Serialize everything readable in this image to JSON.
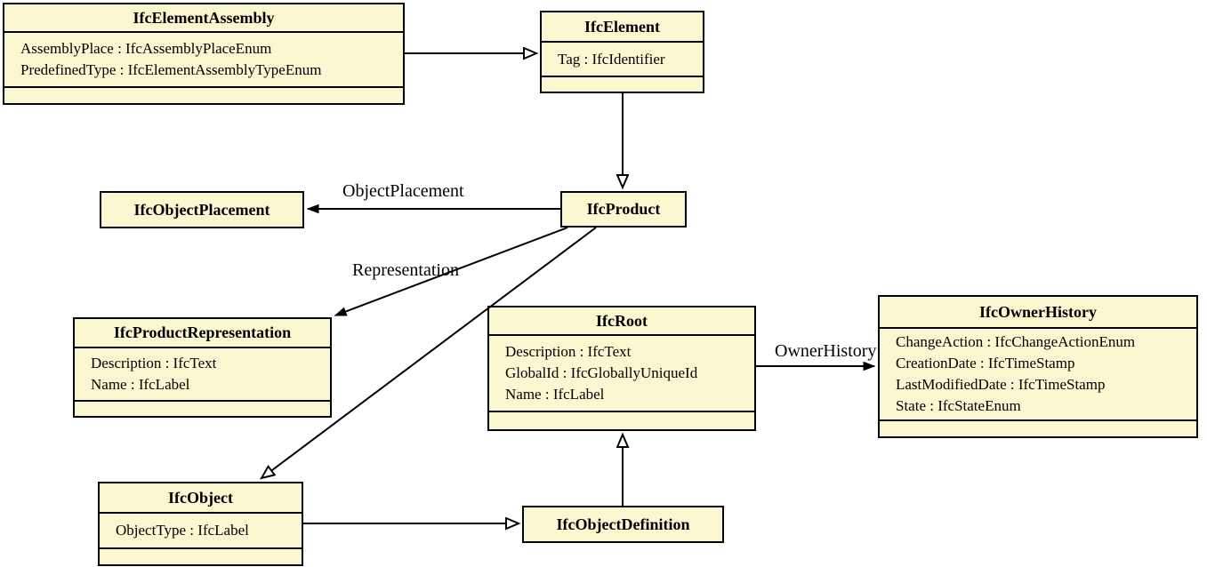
{
  "diagram": {
    "type": "uml-class-diagram",
    "subject": "IFC product entity inheritance and associations",
    "colors": {
      "box_fill": "#FBF7D0",
      "box_border": "#000000",
      "line": "#000000",
      "background": "#FFFFFF",
      "text": "#000000"
    }
  },
  "classes": [
    {
      "name": "IfcElementAssembly",
      "attributes": [
        "AssemblyPlace : IfcAssemblyPlaceEnum",
        "PredefinedType : IfcElementAssemblyTypeEnum"
      ]
    },
    {
      "name": "IfcElement",
      "attributes": [
        "Tag : IfcIdentifier"
      ]
    },
    {
      "name": "IfcObjectPlacement",
      "attributes": []
    },
    {
      "name": "IfcProduct",
      "attributes": []
    },
    {
      "name": "IfcProductRepresentation",
      "attributes": [
        "Description : IfcText",
        "Name : IfcLabel"
      ]
    },
    {
      "name": "IfcRoot",
      "attributes": [
        "Description : IfcText",
        "GlobalId : IfcGloballyUniqueId",
        "Name : IfcLabel"
      ]
    },
    {
      "name": "IfcOwnerHistory",
      "attributes": [
        "ChangeAction : IfcChangeActionEnum",
        "CreationDate : IfcTimeStamp",
        "LastModifiedDate : IfcTimeStamp",
        "State : IfcStateEnum"
      ]
    },
    {
      "name": "IfcObject",
      "attributes": [
        "ObjectType : IfcLabel"
      ]
    },
    {
      "name": "IfcObjectDefinition",
      "attributes": []
    }
  ],
  "relationships": [
    {
      "from": "IfcElementAssembly",
      "to": "IfcElement",
      "kind": "generalization"
    },
    {
      "from": "IfcElement",
      "to": "IfcProduct",
      "kind": "generalization"
    },
    {
      "from": "IfcProduct",
      "to": "IfcObjectPlacement",
      "kind": "association",
      "label": "ObjectPlacement"
    },
    {
      "from": "IfcProduct",
      "to": "IfcProductRepresentation",
      "kind": "association",
      "label": "Representation"
    },
    {
      "from": "IfcProduct",
      "to": "IfcObject",
      "kind": "generalization"
    },
    {
      "from": "IfcRoot",
      "to": "IfcOwnerHistory",
      "kind": "association",
      "label": "OwnerHistory"
    },
    {
      "from": "IfcObject",
      "to": "IfcObjectDefinition",
      "kind": "generalization"
    },
    {
      "from": "IfcObjectDefinition",
      "to": "IfcRoot",
      "kind": "generalization"
    }
  ]
}
